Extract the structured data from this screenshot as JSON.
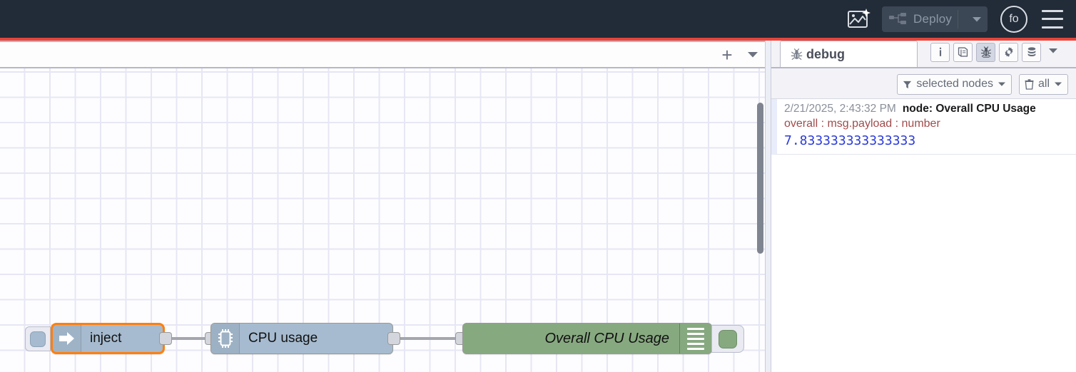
{
  "header": {
    "ai_icon": "image-sparkle-icon",
    "deploy_label": "Deploy",
    "deploy_icon": "deploy-node-icon",
    "avatar_initials": "fo",
    "menu_icon": "hamburger-menu-icon",
    "accent_color": "#e8453c"
  },
  "workspace": {
    "add_tab_label": "+",
    "tab_menu_icon": "chevron-down-icon",
    "nodes": [
      {
        "id": "inject",
        "label": "inject",
        "icon": "arrow-right-icon",
        "color": "#a6bbcf",
        "selected": true
      },
      {
        "id": "cpu",
        "label": "CPU usage",
        "icon": "microchip-icon",
        "color": "#a6bbcf",
        "selected": false
      },
      {
        "id": "debug",
        "label": "Overall CPU Usage",
        "icon": "debug-lines-icon",
        "color": "#87a980",
        "selected": false
      }
    ]
  },
  "sidebar": {
    "tab": {
      "label": "debug",
      "icon": "bug-icon"
    },
    "icons": [
      {
        "name": "info-icon",
        "glyph": "i",
        "active": false
      },
      {
        "name": "help-book-icon",
        "glyph": "book",
        "active": false
      },
      {
        "name": "debug-bug-icon",
        "glyph": "bug",
        "active": true
      },
      {
        "name": "config-gear-icon",
        "glyph": "gear",
        "active": false
      },
      {
        "name": "context-data-icon",
        "glyph": "database",
        "active": false
      }
    ],
    "expand_icon": "chevron-down-icon",
    "filters": {
      "nodes_filter_label": "selected nodes",
      "nodes_filter_icon": "funnel-icon",
      "clear_label": "all",
      "clear_icon": "trash-icon"
    },
    "messages": [
      {
        "timestamp": "2/21/2025, 2:43:32 PM",
        "node": "node: Overall CPU Usage",
        "topic": "overall : msg.payload : number",
        "value": "7.833333333333333"
      }
    ]
  }
}
